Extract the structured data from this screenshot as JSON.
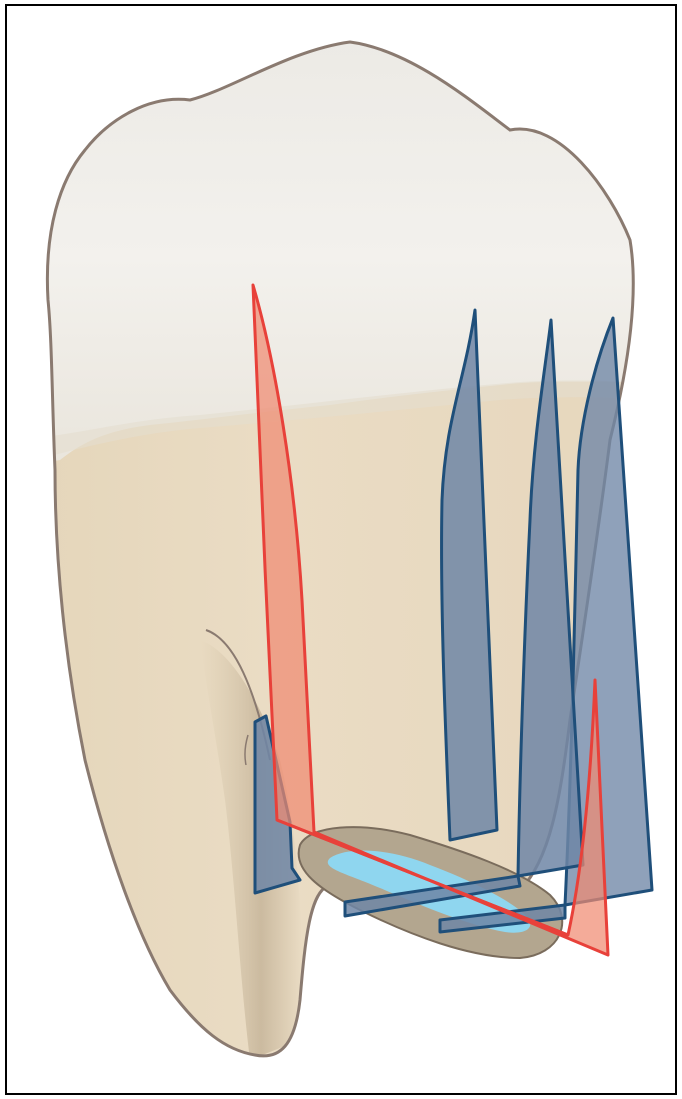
{
  "illustration": {
    "subject": "tooth",
    "colors": {
      "frame": "#000000",
      "background": "#ffffff",
      "enamel": "#ecebe7",
      "enamel_highlight": "#f7f5f1",
      "dentin": "#e8dbc2",
      "root_shadow": "#b9a88c",
      "outline": "#8a7a70",
      "canal_outer": "#b3a68f",
      "canal_inner": "#8fd6ef",
      "red_plane_fill": "#f08a72",
      "red_plane_stroke": "#e8413a",
      "blue_plane_fill": "#6f86a6",
      "blue_plane_stroke": "#1f4f7a"
    },
    "planes": {
      "red_count": 1,
      "blue_count": 4
    }
  }
}
